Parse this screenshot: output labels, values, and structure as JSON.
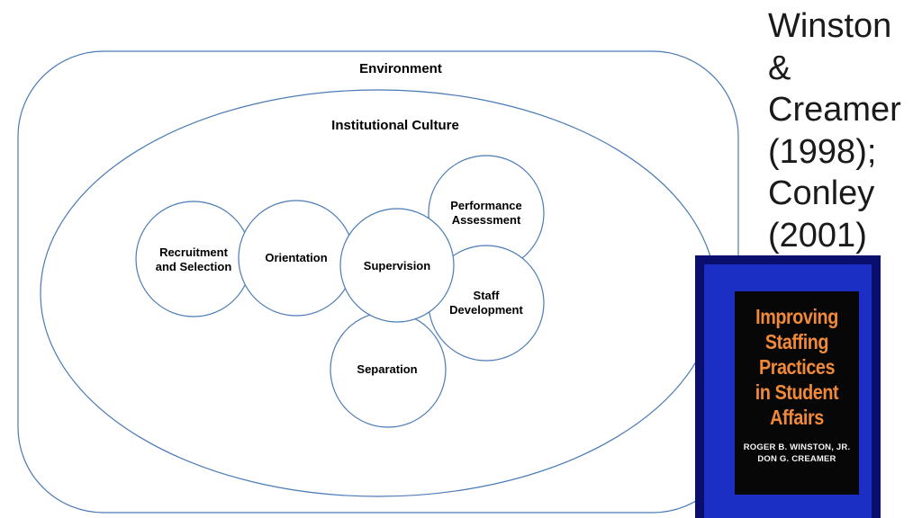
{
  "diagram": {
    "environment_label": "Environment",
    "culture_label": "Institutional Culture",
    "nodes": {
      "recruitment": [
        "Recruitment",
        "and Selection"
      ],
      "orientation": "Orientation",
      "supervision": "Supervision",
      "performance": [
        "Performance",
        "Assessment"
      ],
      "staff_development": [
        "Staff",
        "Development"
      ],
      "separation": "Separation"
    }
  },
  "citation": {
    "lines": [
      "Winston",
      "&",
      "Creamer",
      "(1998);",
      "Conley",
      "(2001)"
    ]
  },
  "book": {
    "title_lines": [
      "Improving",
      "Staffing",
      "Practices",
      "in Student",
      "Affairs"
    ],
    "author_1": "ROGER B. WINSTON, JR.",
    "author_2": "DON G. CREAMER"
  }
}
